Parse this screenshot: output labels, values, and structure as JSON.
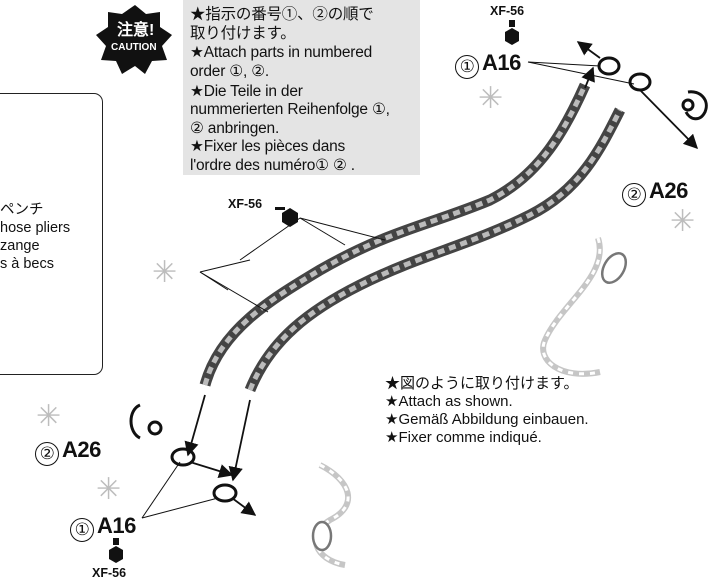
{
  "caution_badge": {
    "jp": "注意!",
    "en": "CAUTION"
  },
  "caution_text": [
    "★指示の番号①、②の順で",
    "取り付けます。",
    "★Attach parts in numbered",
    "order ①, ②.",
    "★Die Teile in der",
    "nummerierten Reihenfolge ①,",
    "② anbringen.",
    "★Fixer les pièces dans",
    "l'ordre des numéro① ② ."
  ],
  "tool_panel": {
    "lines": [
      "ペンチ",
      "hose pliers",
      "zange",
      "s à becs"
    ]
  },
  "instruction_note": [
    "★図のように取り付けます。",
    "★Attach as shown.",
    "★Gemäß Abbildung einbauen.",
    "★Fixer comme indiqué."
  ],
  "labels": {
    "top_paint": "XF-56",
    "top_part_num": "①",
    "top_part_code": "A16",
    "right_shackle_num": "②",
    "right_shackle_code": "A26",
    "mid_paint": "XF-56",
    "left_shackle_num": "②",
    "left_shackle_code": "A26",
    "bottom_part_num": "①",
    "bottom_part_code": "A16",
    "bottom_paint": "XF-56"
  },
  "icons": [
    "caution-badge-icon",
    "paint-bottle-icon",
    "no-glue-icon",
    "chain-icon",
    "shackle-icon",
    "arrow-icon",
    "pliers-icon"
  ],
  "colors": {
    "caution_bg": "#e4e4e4",
    "badge": "#111111",
    "chain": "#333333",
    "ghost_chain": "#c8c8c8"
  }
}
